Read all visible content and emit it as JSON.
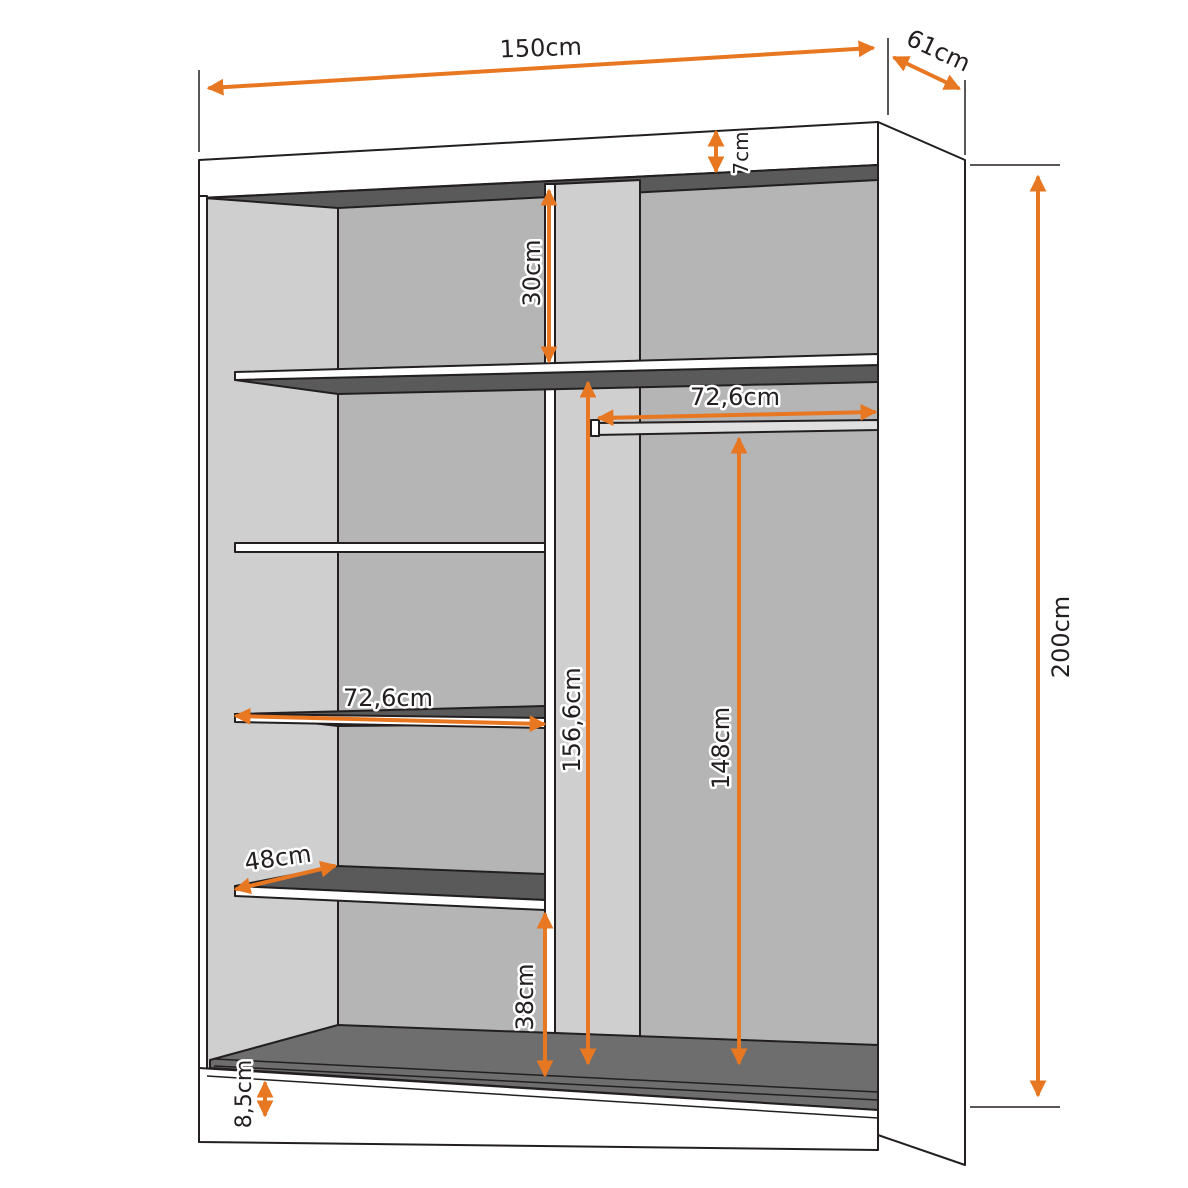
{
  "colors": {
    "dimension_arrow": "#e87722",
    "outline": "#231f20",
    "panel_front": "#ffffff",
    "interior_back": "#b5b5b5",
    "interior_side": "#cfcfcf",
    "shelf_underside": "#5a5a5a",
    "floor": "#6e6e6e"
  },
  "dimensions": {
    "total_width": "150cm",
    "depth": "61cm",
    "top_panel_height": "7cm",
    "total_height": "200cm",
    "top_compartment_height": "30cm",
    "hanging_rail_width": "72,6cm",
    "shelf_width": "72,6cm",
    "middle_panel_height": "156,6cm",
    "hanging_height": "148cm",
    "shelf_depth": "48cm",
    "bottom_compartment_height": "38cm",
    "plinth_height": "8,5cm"
  }
}
